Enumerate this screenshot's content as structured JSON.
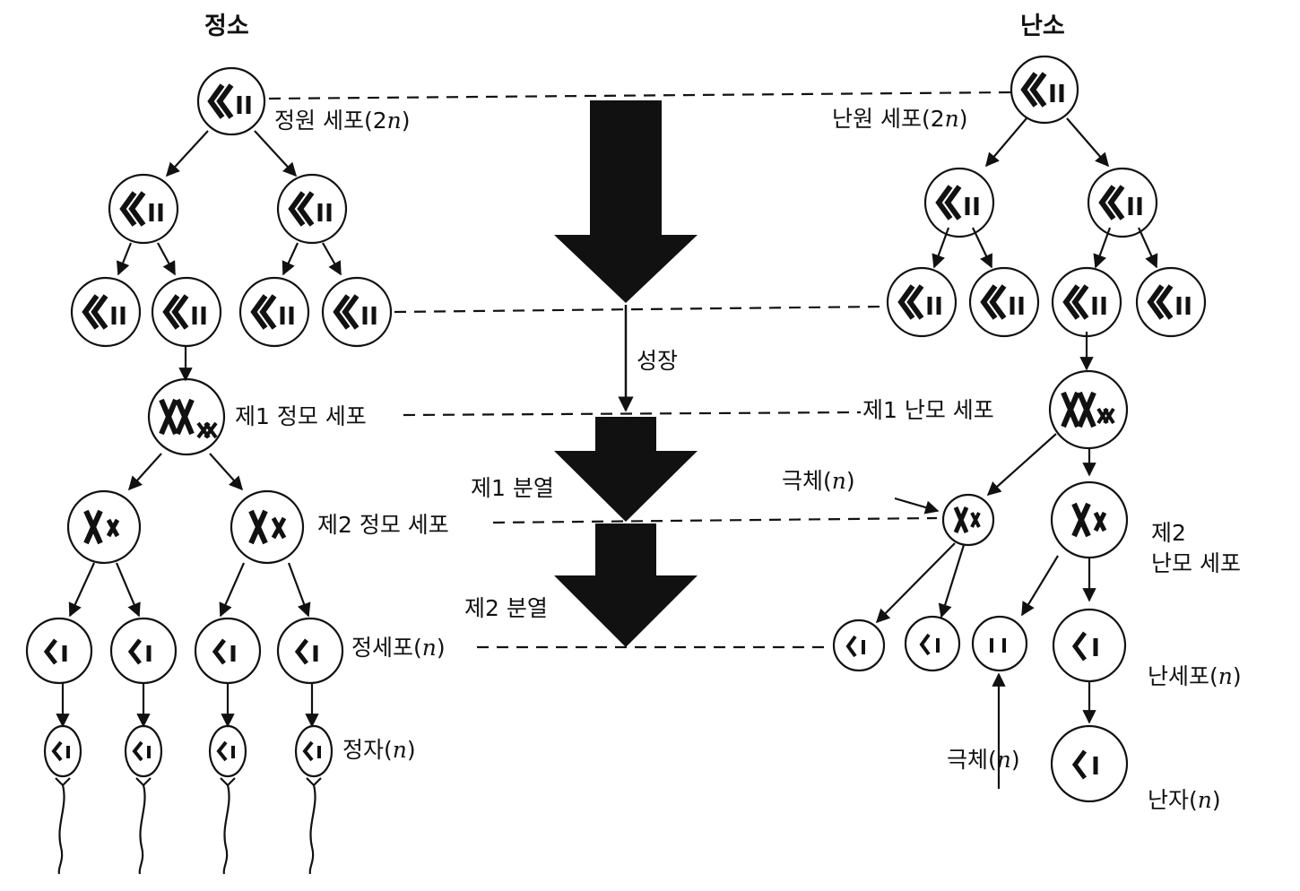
{
  "headers": {
    "testis": "정소",
    "ovary": "난소"
  },
  "labels": {
    "spermatogonium": "정원 세포(2",
    "oogonium": "난원 세포(2",
    "n": "n",
    "close": ")",
    "growth": "성장",
    "primary_spermatocyte": "제1 정모 세포",
    "primary_oocyte": "제1 난모 세포",
    "meiosis1": "제1 분열",
    "secondary_spermatocyte": "제2 정모 세포",
    "secondary_oocyte_line1": "제2",
    "secondary_oocyte_line2": "난모 세포",
    "polar_body": "극체(",
    "meiosis2": "제2 분열",
    "spermatid": "정세포(",
    "ootid": "난세포(",
    "sperm": "정자(",
    "egg": "난자("
  }
}
